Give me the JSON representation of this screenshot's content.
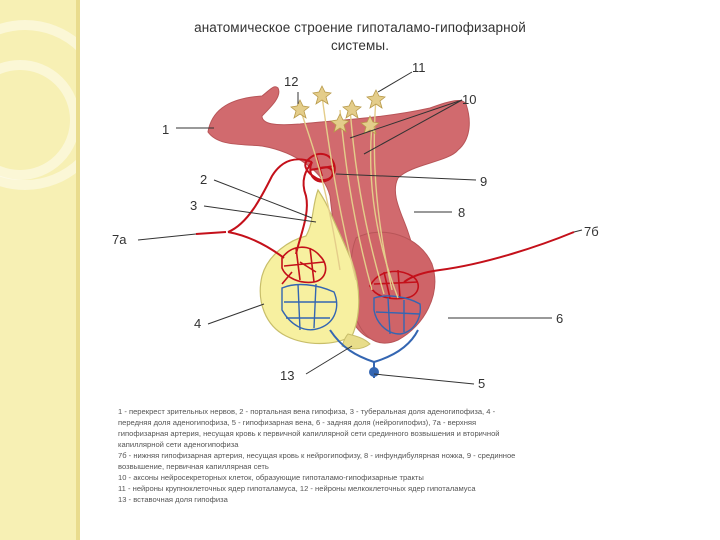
{
  "title_line1": "анатомическое строение гипоталамо-гипофизарной",
  "title_line2": "системы.",
  "labels": {
    "l1": "1",
    "l2": "2",
    "l3": "3",
    "l4": "4",
    "l5": "5",
    "l6": "6",
    "l7a": "7а",
    "l7b": "7б",
    "l8": "8",
    "l9": "9",
    "l10": "10",
    "l11": "11",
    "l12": "12",
    "l13": "13"
  },
  "legend": [
    "1 - перекрест зрительных нервов, 2 - портальная вена гипофиза, 3 - туберальная доля аденогипофиза, 4 -",
    "передняя доля аденогипофиза, 5 - гипофизарная вена, 6 - задняя доля (нейрогипофиз), 7а - верхняя",
    "гипофизарная артерия, несущая кровь к первичной капиллярной сети срединного возвышения и вторичной",
    "капиллярной сети аденогипофиза",
    "7б - нижняя гипофизарная артерия, несущая кровь к нейрогипофизу, 8 - инфундибулярная ножка, 9 - срединное",
    "возвышение, первичная капиллярная сеть",
    "10 - аксоны нейросекреторных клеток, образующие гипоталамо-гипофизарные тракты",
    "11 - нейроны крупноклеточных ядер гипоталамуса, 12 - нейроны мелкоклеточных ядер гипоталамуса",
    "13 - вставочная доля гипофиза"
  ],
  "colors": {
    "hypothalamus": "#d16a6e",
    "neurohypophysis": "#cf6468",
    "adenohypophysis": "#f7f0a0",
    "artery": "#c4101a",
    "vein": "#3466b2",
    "neuron": "#e4cd8a"
  }
}
